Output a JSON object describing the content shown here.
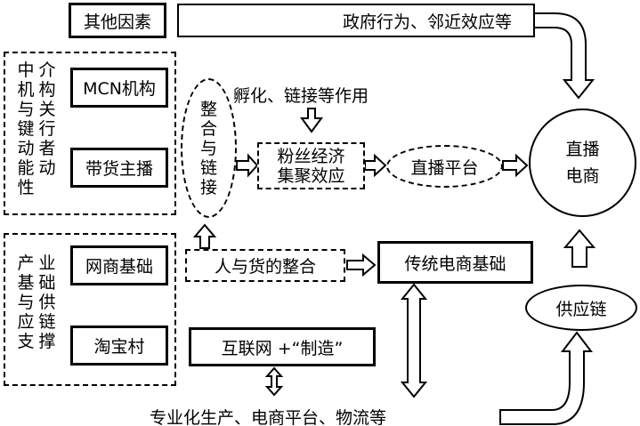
{
  "top": {
    "other_factors": "其他因素",
    "gov_behavior": "政府行为、邻近效应等"
  },
  "group_intermediary": {
    "label": "中介机构与关键行动者能动性",
    "col1": "中机与键动能性",
    "col2": "介构关行者动",
    "mcn": "MCN机构",
    "host": "带货主播"
  },
  "group_industry": {
    "label": "产业基础与供应链支撑",
    "col1": "产基与应支",
    "col2": "业础供链撑",
    "online_base": "网商基础",
    "taobao_village": "淘宝村"
  },
  "integration": {
    "ellipse_text": "整合与链接",
    "incubation": "孵化、链接等作用"
  },
  "fan_economy": {
    "line1": "粉丝经济",
    "line2": "集聚效应"
  },
  "live_platform": "直播平台",
  "live_ecommerce": {
    "line1": "直播",
    "line2": "电商"
  },
  "people_goods": "人与货的整合",
  "traditional_base": "传统电商基础",
  "supply_chain": "供应链",
  "internet_manufacturing": "互联网 +“制造”",
  "bottom": "专业化生产、电商平台、物流等"
}
